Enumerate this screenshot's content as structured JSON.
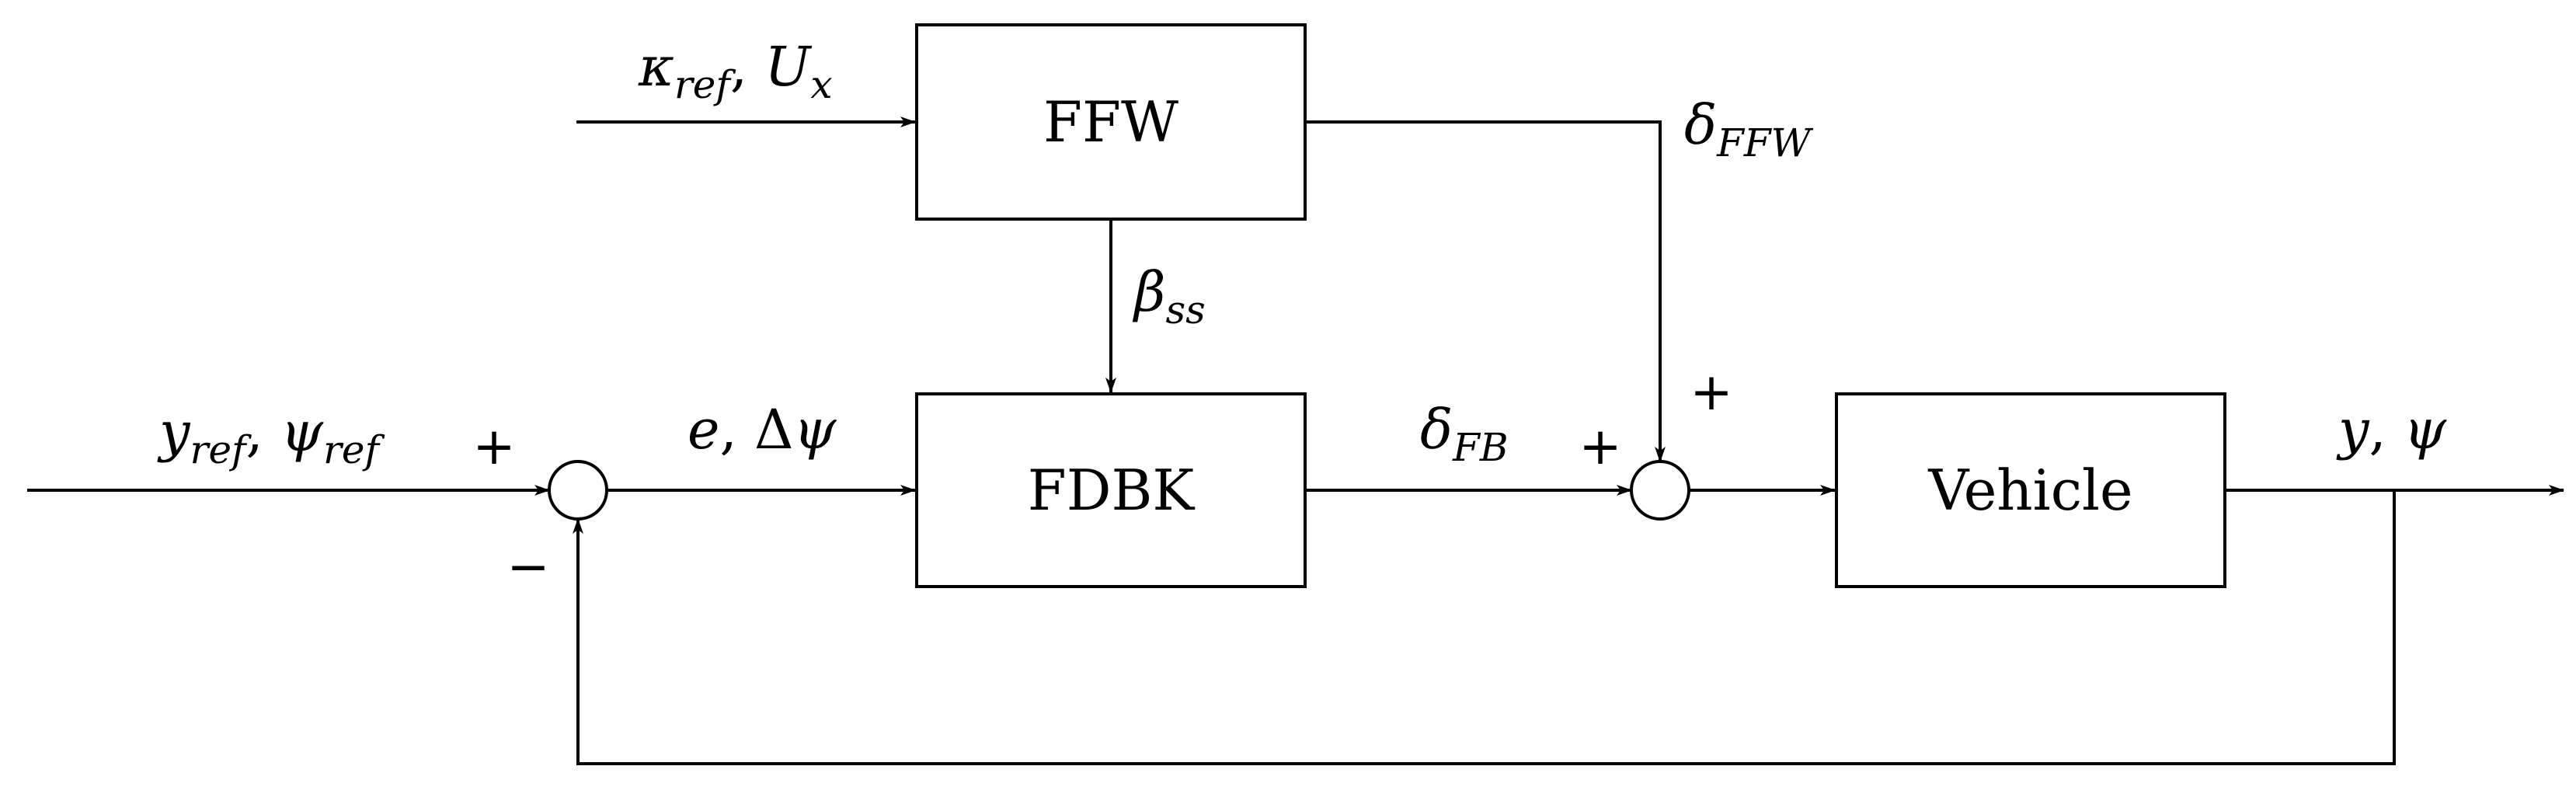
{
  "blocks": {
    "ffw": "FFW",
    "fdbk": "FDBK",
    "vehicle": "Vehicle"
  },
  "signals": {
    "ffw_input_kappa": "κ",
    "ffw_input_kappa_sub": "ref",
    "ffw_input_sep": ", ",
    "ffw_input_u": "U",
    "ffw_input_u_sub": "x",
    "delta_ffw": "δ",
    "delta_ffw_sub": "FFW",
    "beta_ss": "β",
    "beta_ss_sub": "ss",
    "ref_y": "y",
    "ref_y_sub": "ref",
    "ref_sep": ", ",
    "ref_psi": "ψ",
    "ref_psi_sub": "ref",
    "error_e": "e",
    "error_sep": ", ",
    "error_delta": "Δ",
    "error_psi": "ψ",
    "delta_fb": "δ",
    "delta_fb_sub": "FB",
    "output_y": "y",
    "output_sep": ", ",
    "output_psi": "ψ"
  },
  "signs": {
    "sum1_plus": "+",
    "sum1_minus": "−",
    "sum2_plus_left": "+",
    "sum2_plus_top": "+"
  }
}
